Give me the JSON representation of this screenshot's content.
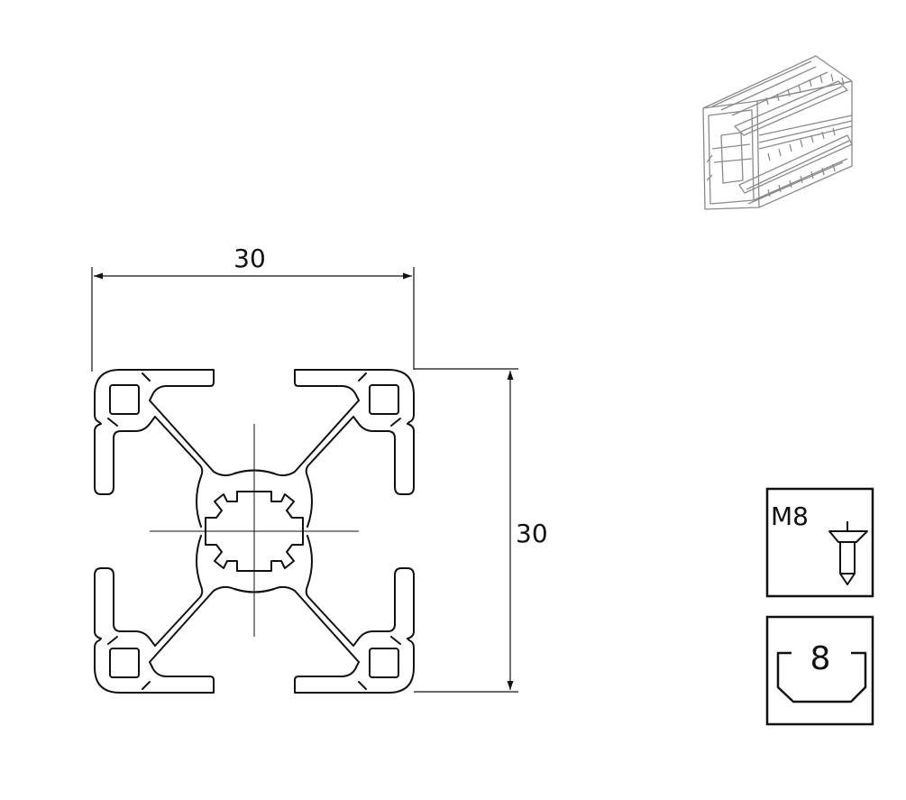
{
  "dimensions": {
    "width_label": "30",
    "height_label": "30"
  },
  "thread_box": {
    "label": "M8",
    "icon": "countersunk-screw-icon"
  },
  "slot_box": {
    "label": "8",
    "icon": "t-slot-icon"
  },
  "preview": {
    "icon": "extrusion-isometric-icon"
  },
  "colors": {
    "line": "#111111",
    "preview_line": "#8a8a8a"
  }
}
